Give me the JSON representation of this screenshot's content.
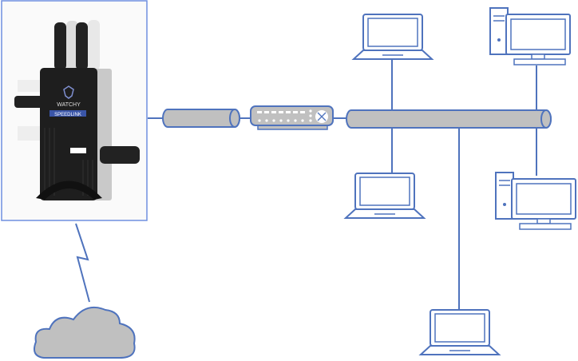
{
  "diagram": {
    "title": "Network topology with bonded cellular router",
    "device": {
      "brand": "WATCHY",
      "model": "SPEEDLINK"
    },
    "colors": {
      "line": "#4f73bd",
      "fill": "#c0c0c0",
      "screen": "#ffffff",
      "device": "#1e1e1e"
    },
    "nodes": [
      "router-photo",
      "cable-segment",
      "network-switch",
      "backbone",
      "laptop-top",
      "laptop-bottom-left",
      "laptop-bottom",
      "desktop-top",
      "desktop-right",
      "cloud"
    ]
  }
}
